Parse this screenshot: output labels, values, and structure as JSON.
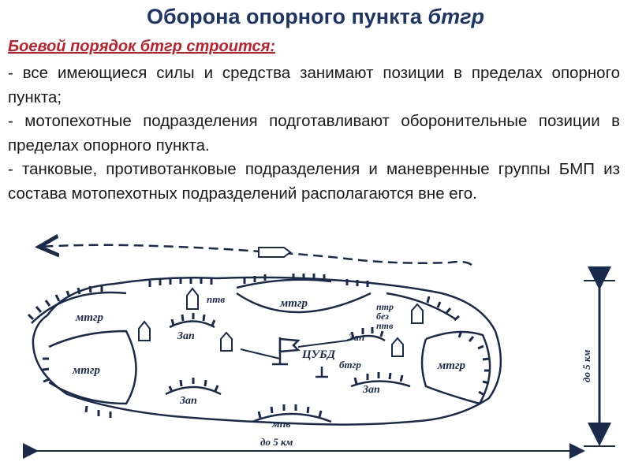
{
  "header": {
    "title_main": "Оборона опорного пункта",
    "title_abbr": "бтгр"
  },
  "content": {
    "subheading": "Боевой порядок бтгр строится:",
    "bullets": [
      "- все имеющиеся силы и средства занимают позиции в пределах опорного пункта;",
      "- мотопехотные подразделения подготавливают оборонительные позиции в пределах опорного пункта.",
      "- танковые, противотанковые подразделения и маневренные группы БМП из состава мотопехотных подразделений располагаются вне его."
    ]
  },
  "scheme": {
    "labels": {
      "mtgr_top_left": "мтгр",
      "mtgr_top_center": "мтгр",
      "mtgr_left": "мтгр",
      "mtgr_right": "мтгр",
      "ptv_top": "птв",
      "ptr_bez_ptv": [
        "птр",
        "без",
        "птв"
      ],
      "zap_1": "3ап",
      "zap_2": "3ап",
      "zap_3": "3ап",
      "zap_4": "3ап",
      "mpv": "мпв",
      "tsubd": "ЦУБД",
      "btgr": "бтгр",
      "width_label": "до 5 км",
      "depth_label": "до 5 км"
    },
    "colors": {
      "ink": "#1a2a4a"
    }
  }
}
